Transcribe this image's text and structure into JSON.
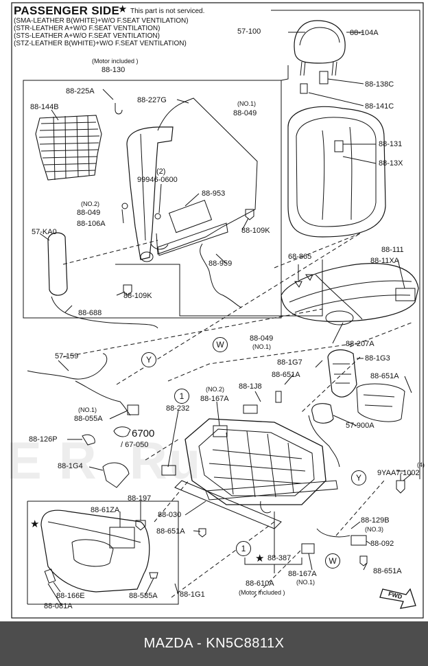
{
  "header": {
    "title": "PASSENGER SIDE",
    "star_symbol": "★",
    "not_serviced_note": "This part is not serviced."
  },
  "variants": [
    "(SMA-LEATHER B(WHITE)+W/O F.SEAT VENTILATION)",
    "(STR-LEATHER A+W/O F.SEAT VENTILATION)",
    "(STS-LEATHER A+W/O F.SEAT VENTILATION)",
    "(STZ-LEATHER B(WHITE)+W/O F.SEAT VENTILATION)"
  ],
  "labels": {
    "p57_100": "57-100",
    "p88_104A": "88-104A",
    "motor_included": "(Motor included )",
    "p88_130": "88-130",
    "p88_225A": "88-225A",
    "p88_227G": "88-227G",
    "p88_144B": "88-144B",
    "no1_a": "(NO.1)",
    "p88_049_a": "88-049",
    "p88_138C": "88-138C",
    "p88_141C": "88-141C",
    "p88_131": "88-131",
    "p88_13X": "88-13X",
    "qty2": "(2)",
    "p99946_0600": "99946-0600",
    "p88_953": "88-953",
    "no2_a": "(NO.2)",
    "p88_049_b": "88-049",
    "p88_106A": "88-106A",
    "p88_109K_a": "88-109K",
    "p57_KA0": "57-KA0",
    "p88_959": "88-959",
    "p68_865": "68-865",
    "p88_111": "88-111",
    "p88_11XA": "88-11XA",
    "p88_109K_b": "88-109K",
    "p88_688": "88-688",
    "p88_207A": "88-207A",
    "p88_049_c": "88-049",
    "no1_c": "(NO.1)",
    "circle_W": "W",
    "circle_Y": "Y",
    "p57_159": "57-159",
    "p88_1G7": "88-1G7",
    "p88_1G3": "88-1G3",
    "p88_651A_a": "88-651A",
    "p88_651A_b": "88-651A",
    "p88_1J8": "88-1J8",
    "no2_b": "(NO.2)",
    "p88_167A_a": "88-167A",
    "circle_1": "1",
    "p88_232": "88-232",
    "no1_b": "(NO.1)",
    "p88_055A": "88-055A",
    "p6700": "6700",
    "p67_050": "/ 67-050",
    "p57_900A": "57-900A",
    "p88_126P": "88-126P",
    "qty4": "(4)",
    "p9YAA7_1002": "9YAA7-1002",
    "p88_1G4": "88-1G4",
    "p88_197": "88-197",
    "p88_61ZA": "88-61ZA",
    "p88_030": "88-030",
    "p88_651A_c": "88-651A",
    "p88_129B": "88-129B",
    "no3": "(NO.3)",
    "p88_092": "88-092",
    "p88_387": "88-387",
    "p88_167A_b": "88-167A",
    "no1_d": "(NO.1)",
    "p88_651A_d": "88-651A",
    "p88_610A": "88-610A",
    "motor_included_b": "(Motor included )",
    "p88_166E": "88-166E",
    "p88_081A": "88-081A",
    "p88_585A": "88-585A",
    "p88_1G1": "88-1G1",
    "fwd": "FWD"
  },
  "footer": {
    "caption": "MAZDA - KN5C8811X"
  },
  "colors": {
    "line": "#111111",
    "footer_bg": "#4d4d4d",
    "footer_text": "#ffffff"
  }
}
